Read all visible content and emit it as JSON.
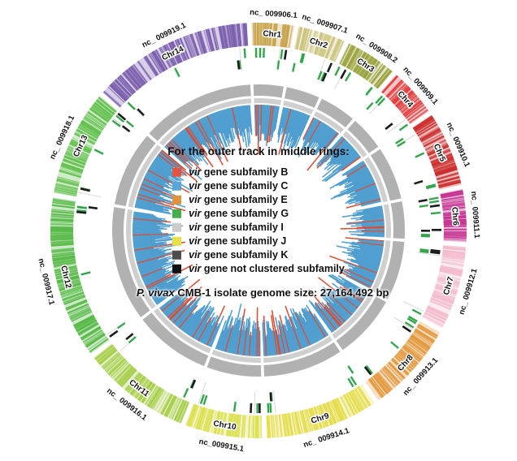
{
  "figure": {
    "background": "#ffffff"
  },
  "chart_data": {
    "type": "circular-genome-plot",
    "title": "For the outer track in middle rings:",
    "genome_label": {
      "species_italic": "P. vivax",
      "rest": " CMB-1 isolate genome size: 27,164,492 bp"
    },
    "genome_size_bp": "27,164,492",
    "legend": {
      "position": "center",
      "items": [
        {
          "label_italic": "vir",
          "label_rest": " gene subfamily B",
          "color": "#e65240"
        },
        {
          "label_italic": "vir",
          "label_rest": " gene subfamily C",
          "color": "#5aa5d8"
        },
        {
          "label_italic": "vir",
          "label_rest": " gene subfamily E",
          "color": "#e0913c"
        },
        {
          "label_italic": "vir",
          "label_rest": " gene subfamily G",
          "color": "#44ad4c"
        },
        {
          "label_italic": "vir",
          "label_rest": " gene subfamily I",
          "color": "#cccccc"
        },
        {
          "label_italic": "vir",
          "label_rest": " gene subfamily J",
          "color": "#e6e04a"
        },
        {
          "label_italic": "vir",
          "label_rest": " gene subfamily K",
          "color": "#4d4d4d"
        },
        {
          "label_italic": "vir",
          "label_rest": " gene not clustered subfamily",
          "color": "#111111"
        }
      ]
    },
    "style": {
      "hist_blue": "#4f9ecf",
      "hist_red": "#df4a2e",
      "tick_green": "#33a64c",
      "tick_black": "#1c1c1c",
      "gray_ring_outer": "#b1b1b1",
      "gray_ring_inner": "#cfcfcf",
      "guide_gray": "#d9d9d9",
      "label_color": "#111111"
    },
    "rings": [
      "outer: chromosome ideograms (barcode stripes) with accession labels outside and Chr labels on band",
      "middle: vir gene tick tracks (two rows, colored by subfamily)",
      "gray scaffold rings",
      "inner: blue coverage histogram with red spikes"
    ],
    "chromosomes": [
      {
        "name": "Chr1",
        "accession": "nc_ 009906.1",
        "color": "#c7a34c",
        "size_mb": 0.83
      },
      {
        "name": "Chr2",
        "accession": "nc_ 009907.1",
        "color": "#ccc47e",
        "size_mb": 0.93
      },
      {
        "name": "Chr3",
        "accession": "nc_ 009908.2",
        "color": "#9aa23c",
        "size_mb": 1.01
      },
      {
        "name": "Chr4",
        "accession": "nc_ 009909.1",
        "color": "#e13e3e",
        "size_mb": 0.95
      },
      {
        "name": "Chr5",
        "accession": "nc_ 009910.1",
        "color": "#cd2f2f",
        "size_mb": 1.47
      },
      {
        "name": "Chr6",
        "accession": "nc_ 009911.1",
        "color": "#c43190",
        "size_mb": 1.03
      },
      {
        "name": "Chr7",
        "accession": "nc_ 009912.1",
        "color": "#f3bccd",
        "size_mb": 1.65
      },
      {
        "name": "Chr8",
        "accession": "nc_ 009913.1",
        "color": "#e3993f",
        "size_mb": 1.78
      },
      {
        "name": "Chr9",
        "accession": "nc_ 009914.1",
        "color": "#e4dd4e",
        "size_mb": 2.21
      },
      {
        "name": "Chr10",
        "accession": "nc_009915.1",
        "color": "#dbe04f",
        "size_mb": 1.51
      },
      {
        "name": "Chr11",
        "accession": "nc_ 009916.1",
        "color": "#a6ce49",
        "size_mb": 2.13
      },
      {
        "name": "Chr12",
        "accession": "nc_ 009917.1",
        "color": "#57b947",
        "size_mb": 3.18
      },
      {
        "name": "Chr13",
        "accession": "nc_ 009918.1",
        "color": "#64c150",
        "size_mb": 2.09
      },
      {
        "name": "Chr14",
        "accession": "nc_ 009919.1",
        "color": "#7c60ae",
        "size_mb": 3.15
      }
    ]
  }
}
